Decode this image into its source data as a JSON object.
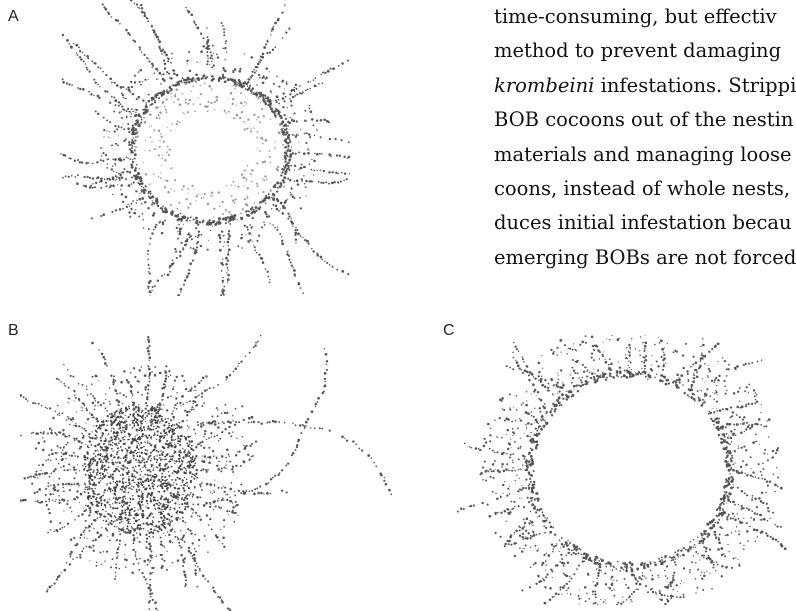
{
  "panels": {
    "a": {
      "label": "A"
    },
    "b": {
      "label": "B"
    },
    "c": {
      "label": "C"
    }
  },
  "text": {
    "lines": [
      [
        "time-consuming,  but  effectiv",
        ""
      ],
      [
        "method  to  prevent  damaging",
        ""
      ],
      [
        "",
        "krombeini",
        " infestations. Strippin"
      ],
      [
        "BOB  cocoons  out  of  the  nestin",
        ""
      ],
      [
        "materials and managing loose c",
        ""
      ],
      [
        "coons, instead of whole nests, r",
        ""
      ],
      [
        "duces  initial  infestation  becau",
        ""
      ],
      [
        "emerging  BOBs  are  not  forced",
        ""
      ]
    ]
  },
  "colors": {
    "ink": "#111111",
    "stipple": "#555555",
    "stipple_light": "#9a9a9a"
  }
}
